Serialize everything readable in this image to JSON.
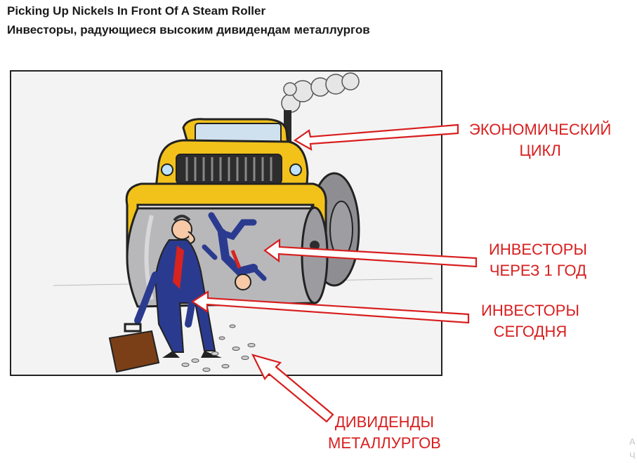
{
  "title_en": "Picking Up Nickels In Front Of A Steam Roller",
  "title_ru": "Инвесторы, радующиеся высоким дивидендам металлургов",
  "labels": {
    "economic_cycle": [
      "ЭКОНОМИЧЕСКИЙ",
      "ЦИКЛ"
    ],
    "investors_year": [
      "ИНВЕСТОРЫ",
      "ЧЕРЕЗ 1 ГОД"
    ],
    "investors_today": [
      "ИНВЕСТОРЫ",
      "СЕГОДНЯ"
    ],
    "dividends": [
      "ДИВИДЕНДЫ",
      "МЕТАЛЛУРГОВ"
    ]
  },
  "watermark": [
    "А",
    "Ч"
  ],
  "colors": {
    "label_red": "#d81e1e",
    "roller_yellow": "#f2c21b",
    "roller_gray": "#b8b8bb",
    "suit_blue": "#2a3b8f",
    "tie_red": "#d8231f"
  }
}
